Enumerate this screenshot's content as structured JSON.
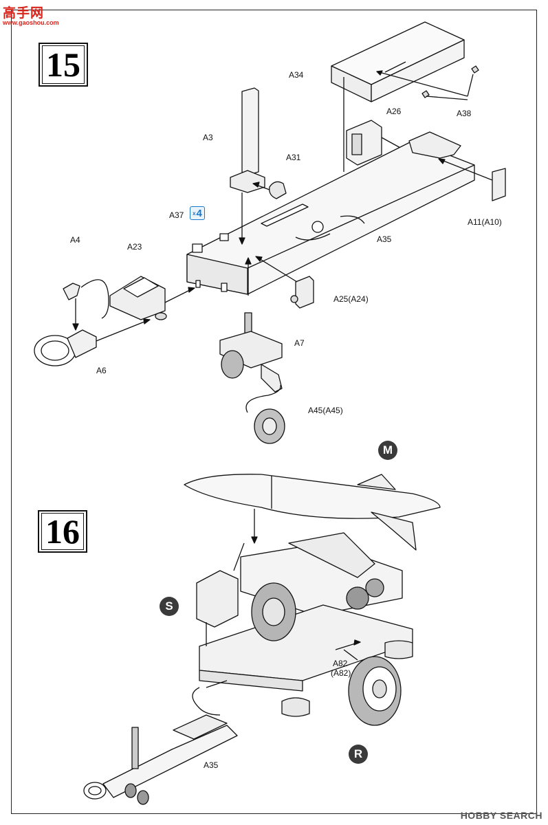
{
  "watermark": {
    "site_name": "高手网",
    "site_url": "www.gaoshou.com"
  },
  "steps": {
    "step15": "15",
    "step16": "16"
  },
  "step15_parts": {
    "a34": "A34",
    "a38": "A38",
    "a26": "A26",
    "a3": "A3",
    "a31": "A31",
    "a37": "A37",
    "qty_prefix": "x",
    "qty": "4",
    "a11": "A11(A10)",
    "a35": "A35",
    "a4": "A4",
    "a23": "A23",
    "a25": "A25(A24)",
    "a6": "A6",
    "a7": "A7",
    "a45": "A45(A45)"
  },
  "step16_parts": {
    "m": "M",
    "s": "S",
    "a82_top": "A82",
    "a82_bottom": "(A82)",
    "r": "R",
    "a35": "A35"
  },
  "footer": {
    "logo_text": "HOBBY SEARCH"
  },
  "colors": {
    "frame": "#222222",
    "qty_badge": "#1a78c9",
    "marker_circle": "#3a3a3a",
    "watermark": "#d9241b"
  }
}
